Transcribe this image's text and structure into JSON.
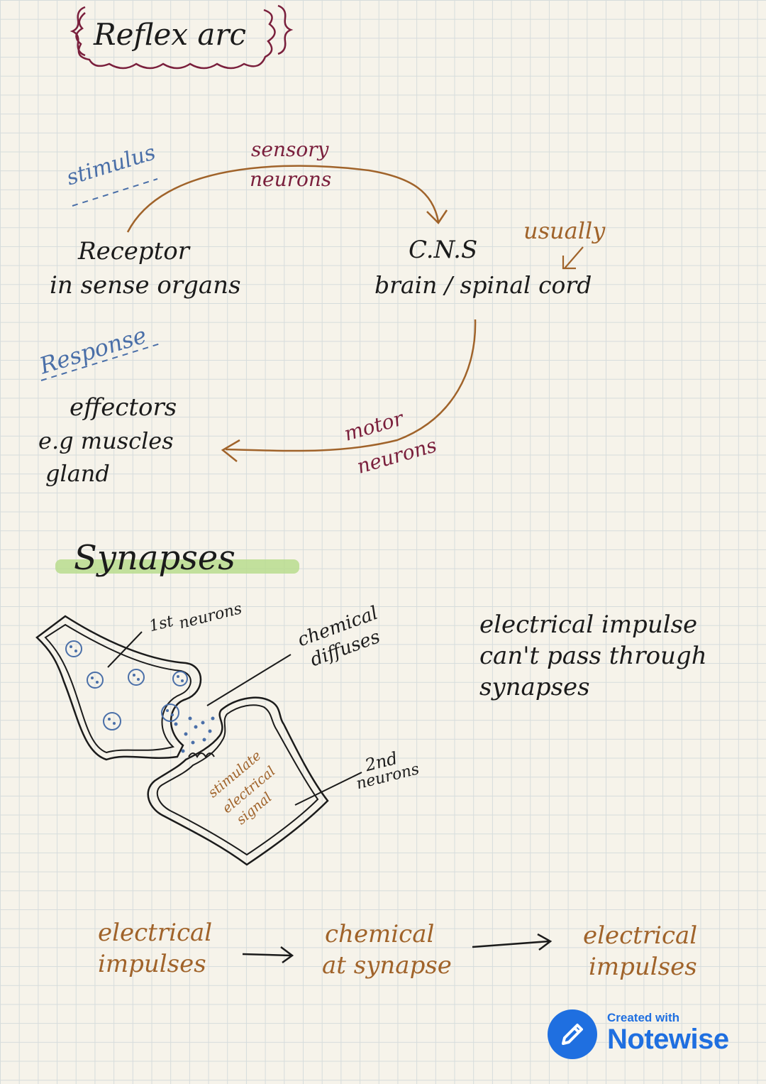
{
  "reflex_arc": {
    "title": "Reflex arc",
    "stimulus_label": "stimulus",
    "receptor_line1": "Receptor",
    "receptor_line2": "in sense organs",
    "sensory_line1": "sensory",
    "sensory_line2": "neurons",
    "cns_line1": "C.N.S",
    "cns_line2": "brain / spinal cord",
    "usually_label": "usually",
    "response_label": "Response",
    "effectors_line1": "effectors",
    "effectors_line2": "e.g muscles",
    "effectors_line3": "gland",
    "motor_line1": "motor",
    "motor_line2": "neurons"
  },
  "synapses": {
    "title": "Synapses",
    "first_neuron_line1": "1st",
    "first_neuron_line2": "neurons",
    "chemical_line1": "chemical",
    "chemical_line2": "diffuses",
    "stimulate_line1": "stimulate",
    "stimulate_line2": "electrical",
    "stimulate_line3": "signal",
    "second_neuron_line1": "2nd",
    "second_neuron_line2": "neurons",
    "note_line1": "electrical impulse",
    "note_line2": "can't pass through",
    "note_line3": "synapses"
  },
  "flow": {
    "step1_line1": "electrical",
    "step1_line2": "impulses",
    "step2_line1": "chemical",
    "step2_line2": "at synapse",
    "step3_line1": "electrical",
    "step3_line2": "impulses"
  },
  "branding": {
    "line1": "Created with",
    "line2": "Notewise"
  },
  "colors": {
    "ink": "#1b1b1b",
    "maroon": "#7a1f3c",
    "brown": "#a0632a",
    "blue": "#4a6fa8",
    "highlight": "#b9dc8e",
    "brand": "#1f6fe0"
  }
}
